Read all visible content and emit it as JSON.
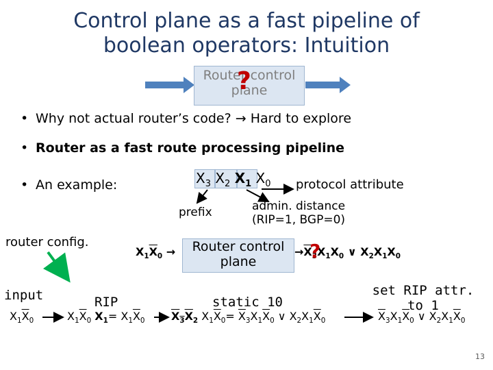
{
  "title": {
    "line1": "Control plane as a fast pipeline of",
    "line2": "boolean operators: Intuition"
  },
  "top_box": {
    "label_line1": "Router control",
    "label_line2": "plane",
    "question_mark": "?"
  },
  "bullets": {
    "b1_text": "Why not actual router’s code?",
    "b1_arrow": "→",
    "b1_tail": "Hard to explore",
    "b2_text": "Router as a fast route processing pipeline",
    "b3_text": "An example:"
  },
  "vars": {
    "x3": "X",
    "x3_sub": "3",
    "x2": "X",
    "x2_sub": "2",
    "x1": "X",
    "x1_sub": "1",
    "x0": "X",
    "x0_sub": "0"
  },
  "annotations": {
    "protocol_attribute": "protocol attribute",
    "prefix": "prefix",
    "admin_distance_line1": "admin. distance",
    "admin_distance_line2": "(RIP=1, BGP=0)"
  },
  "example_box": {
    "label_line1": "Router control",
    "label_line2": "plane",
    "question_mark": "?"
  },
  "router_config_label": "router config.",
  "input_label": "input",
  "commands": {
    "rip": "RIP",
    "static": "static 10",
    "set_rip_line1": "set RIP attr.",
    "set_rip_line2": "to 1"
  },
  "page_number": "13",
  "colors": {
    "title": "#1f3864",
    "box_fill": "#dce6f2",
    "box_border": "#9fb6d1",
    "arrow_blue": "#4f81bd",
    "question_red": "#c00000",
    "annotation_gray": "#7f7f7f",
    "green_arrow": "#00b050"
  }
}
